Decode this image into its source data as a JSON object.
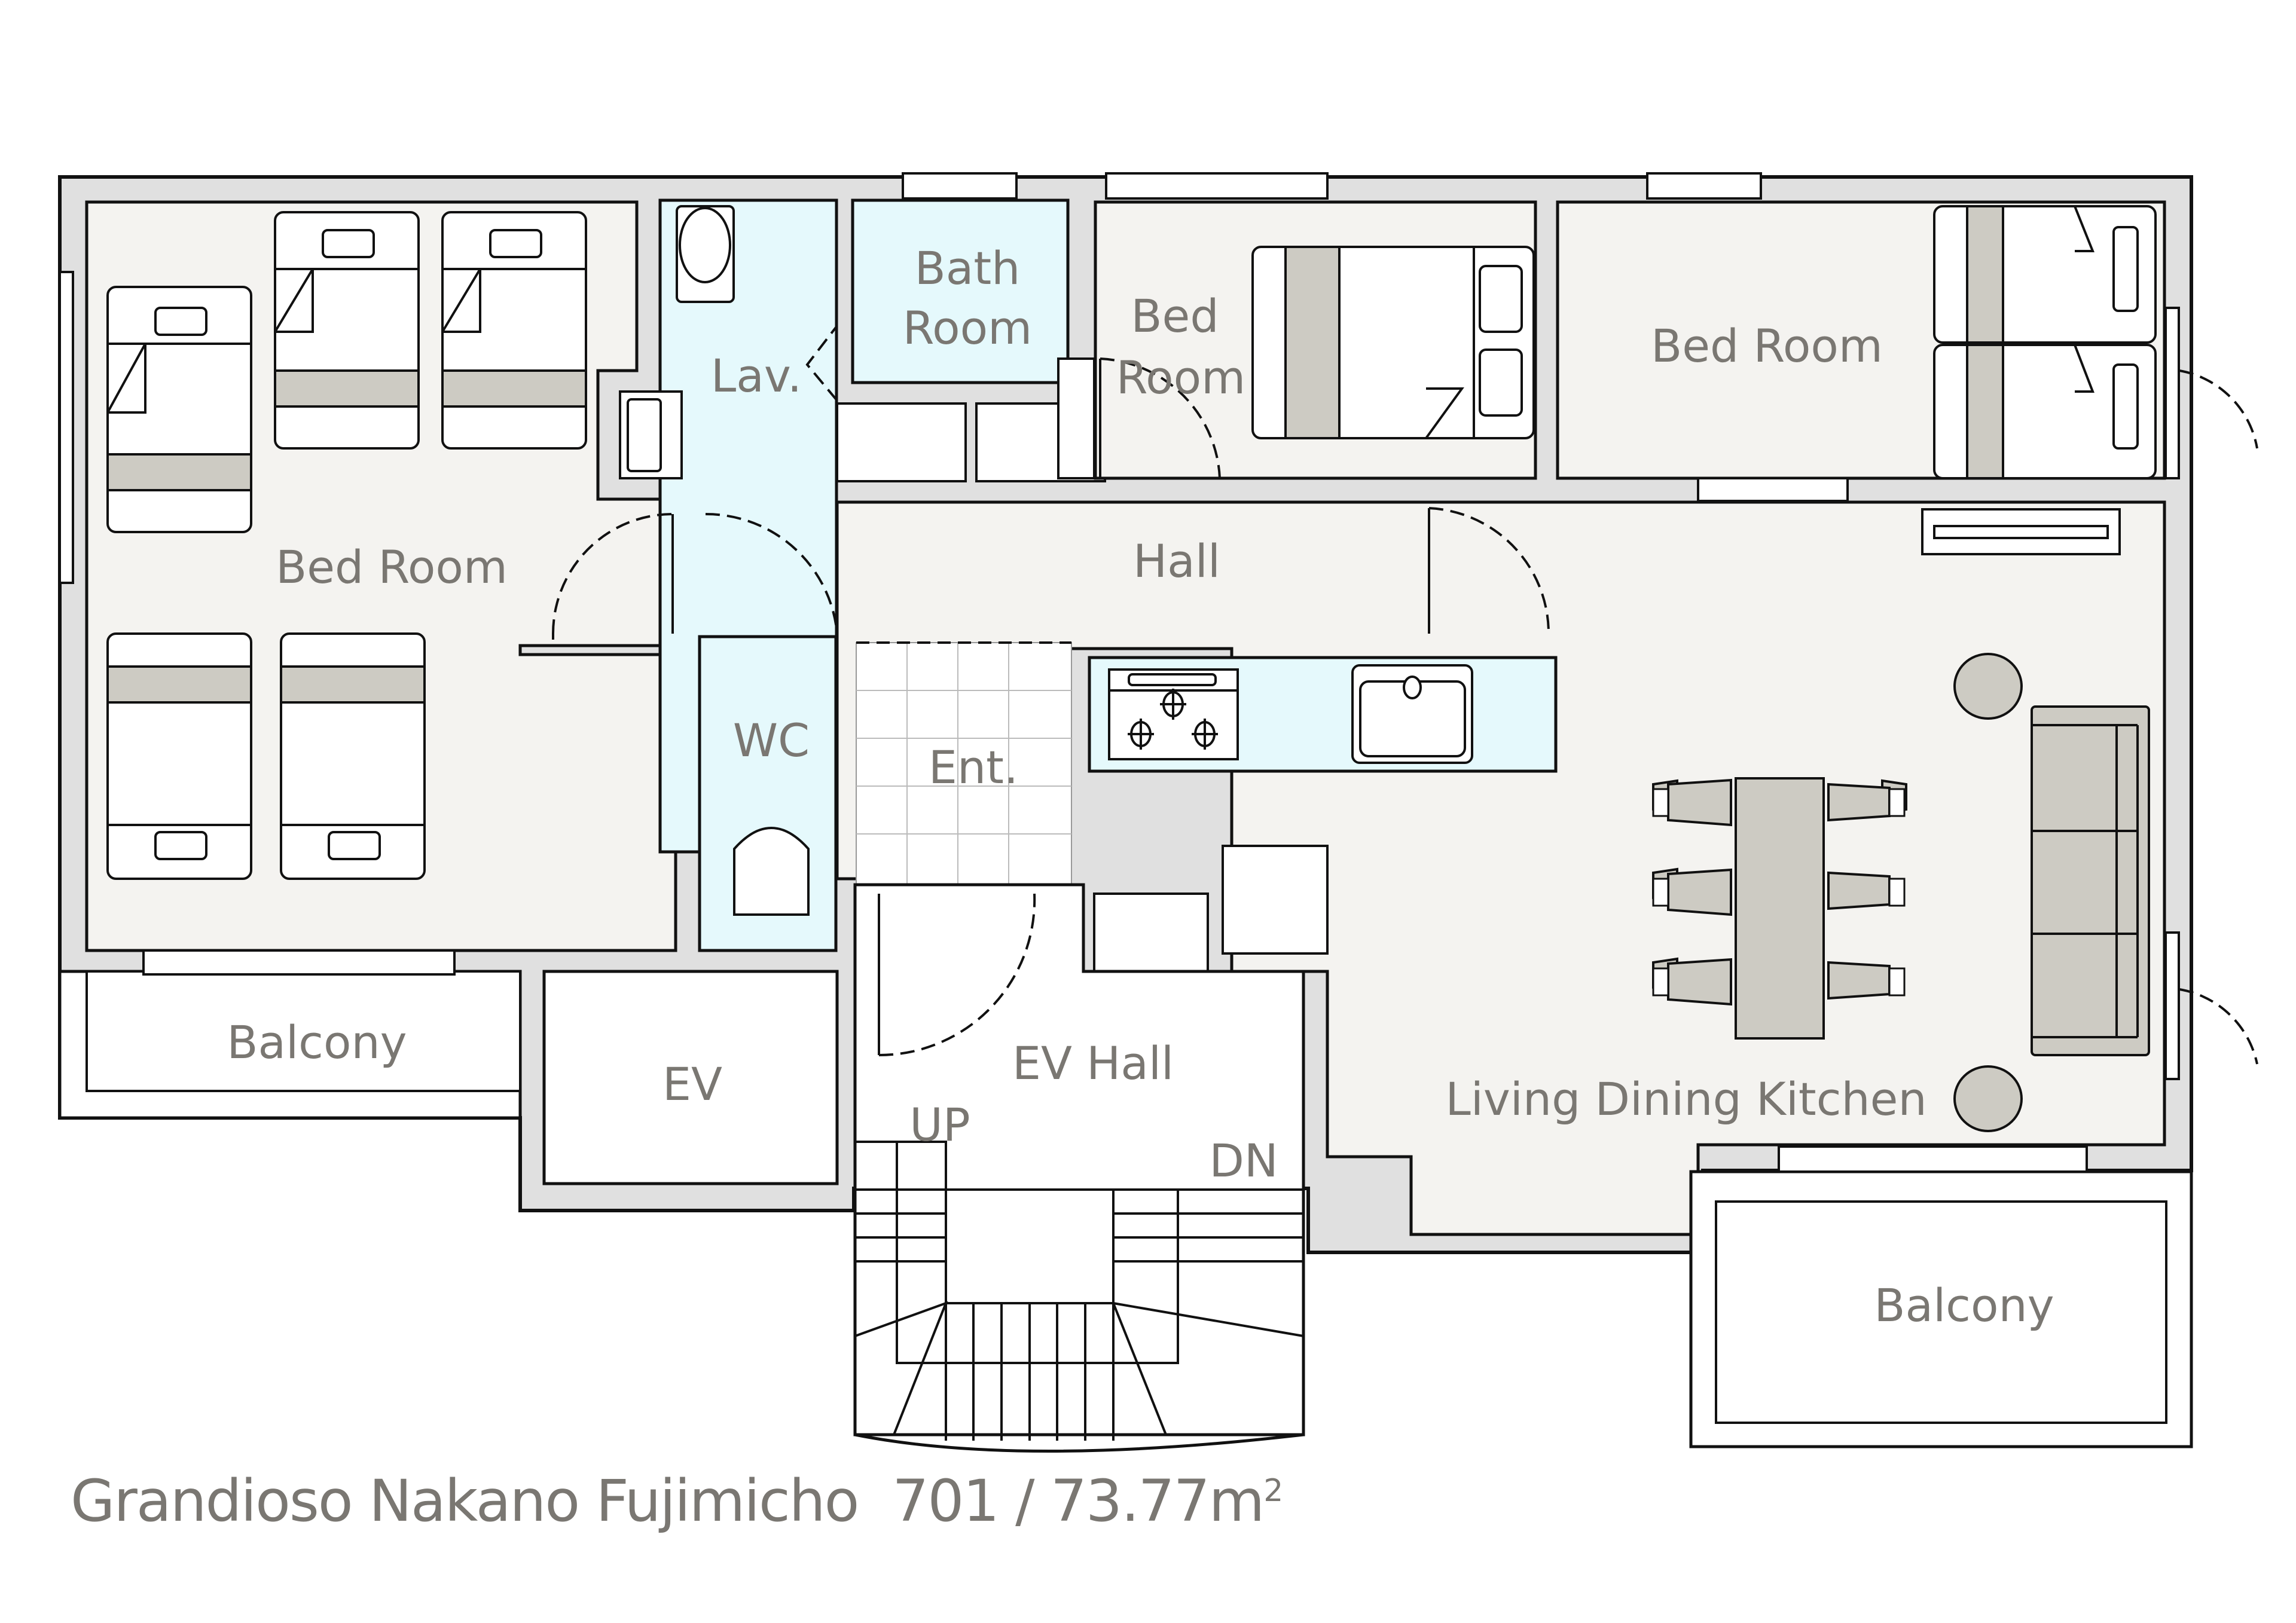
{
  "title": {
    "building_name": "Grandioso Nakano Fujimicho",
    "unit_number": "701",
    "separator": "/",
    "area_value": "73.77",
    "area_unit": "m",
    "area_unit_superscript": "2"
  },
  "rooms": {
    "bedroom_west": "Bed Room",
    "lavatory": "Lav.",
    "bathroom_line1": "Bath",
    "bathroom_line2": "Room",
    "bedroom_center_line1": "Bed",
    "bedroom_center_line2": "Room",
    "bedroom_east": "Bed Room",
    "hall": "Hall",
    "wc": "WC",
    "entrance": "Ent.",
    "living_dining_kitchen": "Living Dining Kitchen",
    "balcony_west": "Balcony",
    "elevator": "EV",
    "elevator_hall": "EV Hall",
    "stairs_up": "UP",
    "stairs_down": "DN",
    "balcony_east": "Balcony"
  },
  "colors": {
    "wall": "#e0e0e0",
    "floor": "#f4f3f0",
    "wet_area": "#e5f9fc",
    "furniture_accent": "#cdcbc3",
    "outline": "#111111",
    "label_text": "#7a7772"
  }
}
